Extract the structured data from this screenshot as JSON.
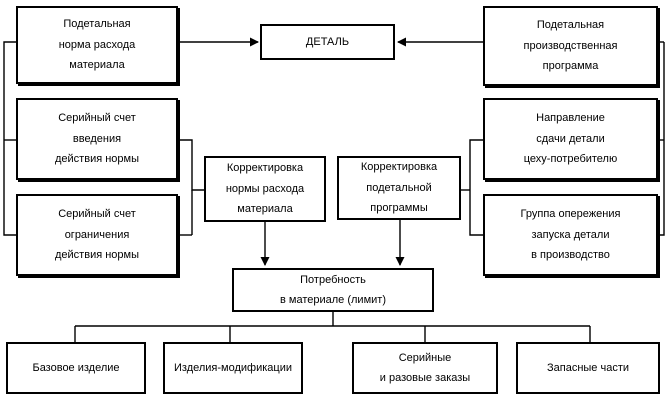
{
  "boxes": {
    "detail": "ДЕТАЛЬ",
    "material_norm": "Подетальная\nнорма расхода\nматериала",
    "serial_intro": "Серийный счет\nвведения\nдействия нормы",
    "serial_limit": "Серийный счет\nограничения\nдействия нормы",
    "production_program": "Подетальная\nпроизводственная\nпрограмма",
    "delivery_direction": "Направление\nсдачи детали\nцеху-потребителю",
    "lead_group": "Группа опережения\nзапуска детали\nв производство",
    "norm_correction": "Корректировка\nнормы расхода\nматериала",
    "program_correction": "Корректировка\nподетальной\nпрограммы",
    "material_need": "Потребность\nв материале (лимит)",
    "base_product": "Базовое изделие",
    "modifications": "Изделия-модификации",
    "serial_orders": "Серийные\nи разовые заказы",
    "spare_parts": "Запасные части"
  }
}
